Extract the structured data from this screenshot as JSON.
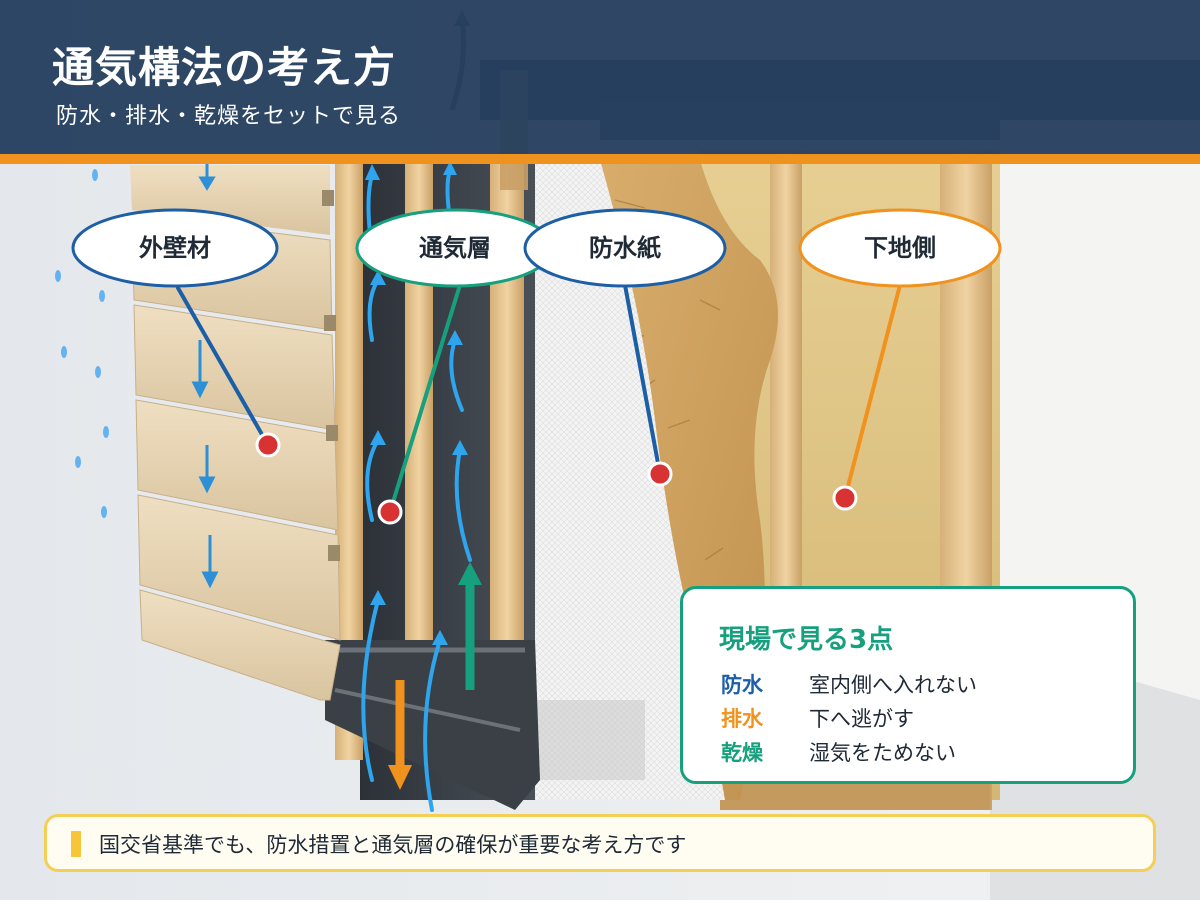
{
  "title": "通気構法の考え方",
  "subtitle": "防水・排水・乾燥をセットで見る",
  "callouts": [
    {
      "label": "外壁材",
      "color": "#1d5fa6"
    },
    {
      "label": "通気層",
      "color": "#17a07e"
    },
    {
      "label": "防水紙",
      "color": "#1d5fa6"
    },
    {
      "label": "下地側",
      "color": "#f0921e"
    }
  ],
  "panel": {
    "title": "現場で見る3点",
    "rows": [
      {
        "key": "防水",
        "value": "室内側へ入れない",
        "color": "#1d5fa6"
      },
      {
        "key": "排水",
        "value": "下へ逃がす",
        "color": "#f0921e"
      },
      {
        "key": "乾燥",
        "value": "湿気をためない",
        "color": "#17a07e"
      }
    ]
  },
  "footer": "国交省基準でも、防水措置と通気層の確保が重要な考え方です",
  "colors": {
    "header": "#263f5f",
    "accent": "#f0921e",
    "green": "#17a07e",
    "blue": "#1d5fa6",
    "marker": "#d93232",
    "airflow": "#2fa5ee"
  },
  "icons": [
    "rain-drop-icon",
    "drain-arrow-icon",
    "airflow-arrow-icon",
    "callout-marker-icon"
  ]
}
